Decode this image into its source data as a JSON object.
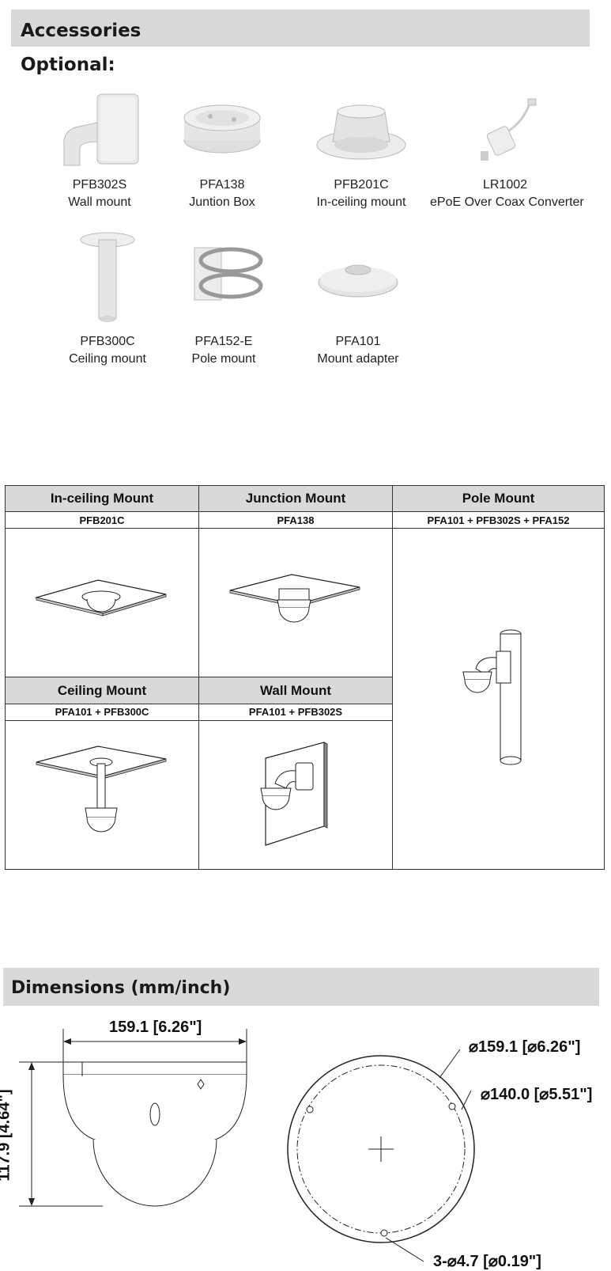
{
  "accessories": {
    "title": "Accessories",
    "optional_label": "Optional:",
    "items": [
      {
        "code": "PFB302S",
        "desc": "Wall mount"
      },
      {
        "code": "PFA138",
        "desc": "Juntion Box"
      },
      {
        "code": "PFB201C",
        "desc": "In-ceiling mount"
      },
      {
        "code": "LR1002",
        "desc": "ePoE Over Coax Converter"
      },
      {
        "code": "PFB300C",
        "desc": "Ceiling mount"
      },
      {
        "code": "PFA152-E",
        "desc": "Pole mount"
      },
      {
        "code": "PFA101",
        "desc": "Mount adapter"
      }
    ]
  },
  "mounting": {
    "in_ceiling": {
      "title": "In-ceiling Mount",
      "parts": "PFB201C"
    },
    "junction": {
      "title": "Junction Mount",
      "parts": "PFA138"
    },
    "pole": {
      "title": "Pole Mount",
      "parts": "PFA101 + PFB302S + PFA152"
    },
    "ceiling": {
      "title": "Ceiling Mount",
      "parts": "PFA101 + PFB300C"
    },
    "wall": {
      "title": "Wall Mount",
      "parts": "PFA101 + PFB302S"
    }
  },
  "dimensions": {
    "title": "Dimensions (mm/inch)",
    "width": "159.1 [6.26\"]",
    "height": "117.9 [4.64\"]",
    "outer_diameter": "⌀159.1 [⌀6.26\"]",
    "bolt_circle": "⌀140.0 [⌀5.51\"]",
    "holes": "3-⌀4.7 [⌀0.19\"]"
  }
}
